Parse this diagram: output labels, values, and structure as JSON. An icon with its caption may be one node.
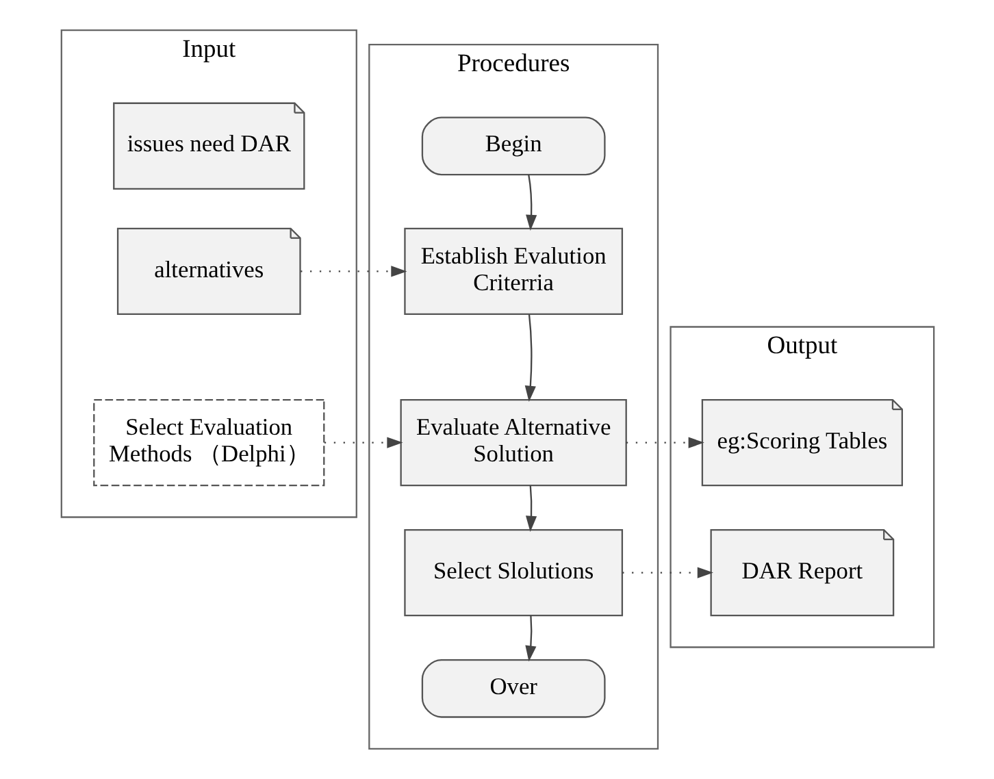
{
  "diagram": {
    "nodes": [
      {
        "text": [
          "Input"
        ]
      },
      {
        "text": [
          "issues need DAR"
        ],
        "in": 0
      },
      {
        "text": [
          "alternatives"
        ],
        "in": 0
      },
      {
        "text": [
          "Select Evaluation Methods （Delphi）"
        ],
        "in": 0
      },
      {
        "text": [
          "Procedures"
        ]
      },
      {
        "text": [
          "Begin"
        ],
        "in": 4
      },
      {
        "text": [
          "Establish Evalution Criterria"
        ],
        "in": 4
      },
      {
        "text": [
          "Evaluate Alternative Solution"
        ],
        "in": 4
      },
      {
        "text": [
          "Select Slolutions"
        ],
        "in": 4
      },
      {
        "text": [
          "Over"
        ],
        "in": 4
      },
      {
        "text": [
          "Output"
        ]
      },
      {
        "text": [
          "eg:Scoring Tables"
        ],
        "in": 10
      },
      {
        "text": [
          "DAR Report"
        ],
        "in": 10
      }
    ],
    "edges": [
      {
        "from": 5,
        "to": 6,
        "arrow": "to"
      },
      {
        "from": 6,
        "to": 7,
        "arrow": "to"
      },
      {
        "from": 7,
        "to": 8,
        "arrow": "to"
      },
      {
        "from": 8,
        "to": 9,
        "arrow": "to"
      },
      {
        "from": 2,
        "to": 6,
        "arrow": "to",
        "style": "dashed"
      },
      {
        "from": 3,
        "to": 7,
        "arrow": "to",
        "style": "dashed"
      },
      {
        "from": 7,
        "to": 11,
        "arrow": "to",
        "style": "dashed"
      },
      {
        "from": 8,
        "to": 12,
        "arrow": "to",
        "style": "dashed"
      }
    ]
  }
}
